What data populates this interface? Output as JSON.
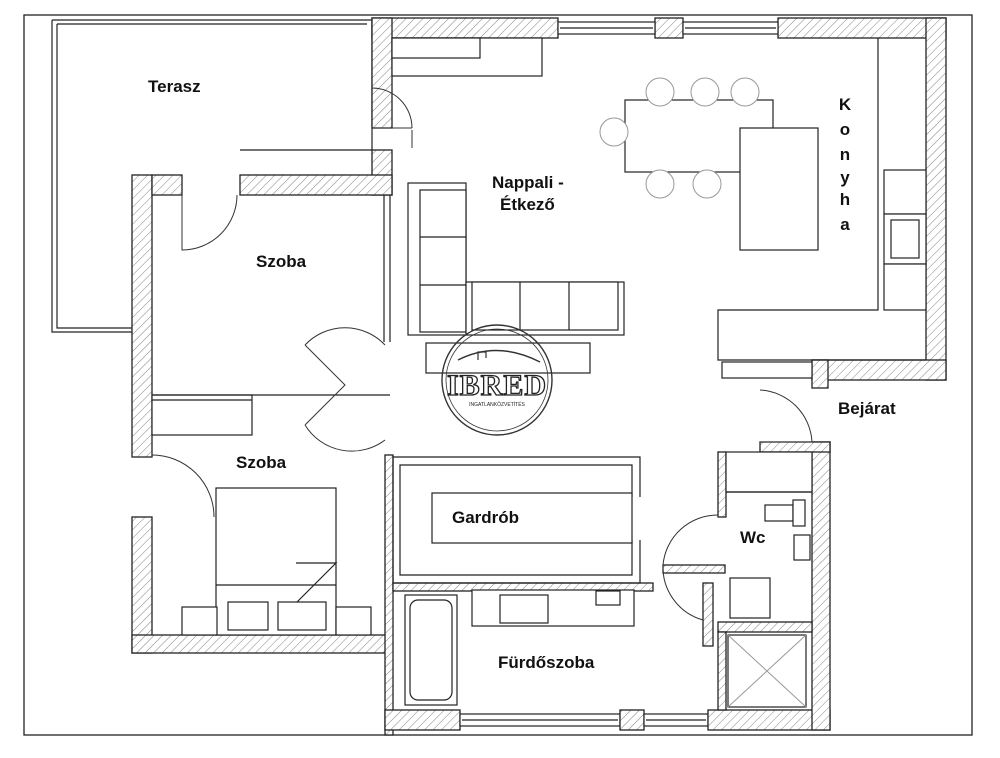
{
  "rooms": {
    "terrace": "Terasz",
    "living_line1": "Nappali -",
    "living_line2": "Étkező",
    "kitchen_letters": [
      "K",
      "o",
      "n",
      "y",
      "h",
      "a"
    ],
    "room_upper": "Szoba",
    "room_lower": "Szoba",
    "entrance": "Bejárat",
    "wardrobe": "Gardrób",
    "wc": "Wc",
    "bathroom": "Fürdőszoba"
  },
  "watermark": {
    "logo_text": "IBRED",
    "logo_subtext": "INGATLANKÖZVETÍTÉS"
  }
}
